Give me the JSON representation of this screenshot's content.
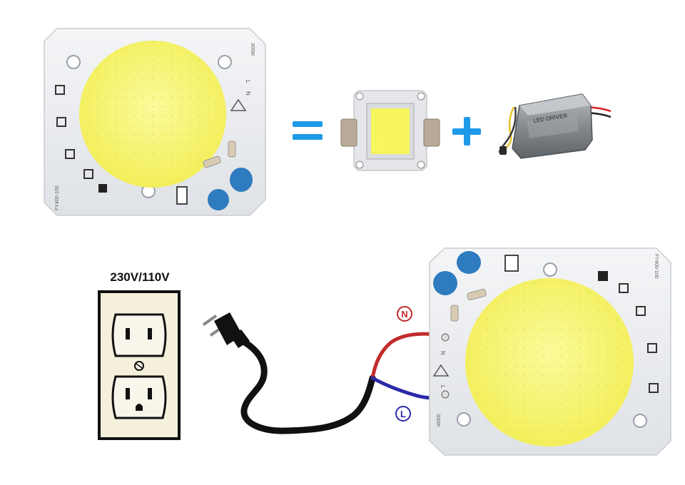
{
  "voltage_label": "230V/110V",
  "neutral_label": "N",
  "live_label": "L",
  "board_labels": {
    "pcb_mark": "FY400-100",
    "pcb_mark_bottom": "FY400-100",
    "side_mark": "300W",
    "n_mark": "N",
    "l_mark": "L"
  },
  "driver_label": "LED DRIVER",
  "colors": {
    "cob_yellow": "#f7f36a",
    "operator_blue": "#1e9ae8",
    "neutral_red": "#c42b2b",
    "live_blue": "#2a2aa8",
    "cable_black": "#111111",
    "outlet_bg": "#f4f0dc",
    "capacitor_blue": "#2f7bbf",
    "driver_gray": "#8a8f94"
  },
  "icons": {
    "equals": "equals-icon",
    "plus": "plus-icon",
    "plug": "plug-icon",
    "outlet": "wall-outlet-icon"
  }
}
